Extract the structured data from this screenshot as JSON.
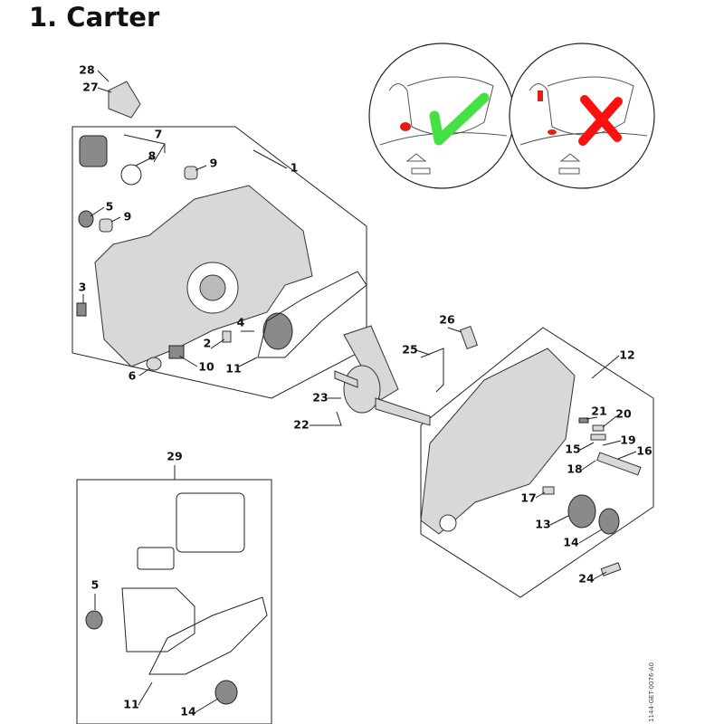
{
  "title": "1. Carter",
  "drawing_code": "1144-GET-0076-A0",
  "callouts": [
    {
      "n": "28"
    },
    {
      "n": "27"
    },
    {
      "n": "7"
    },
    {
      "n": "8"
    },
    {
      "n": "9"
    },
    {
      "n": "1"
    },
    {
      "n": "5"
    },
    {
      "n": "9"
    },
    {
      "n": "3"
    },
    {
      "n": "4"
    },
    {
      "n": "2"
    },
    {
      "n": "10"
    },
    {
      "n": "6"
    },
    {
      "n": "11"
    },
    {
      "n": "26"
    },
    {
      "n": "25"
    },
    {
      "n": "12"
    },
    {
      "n": "23"
    },
    {
      "n": "22"
    },
    {
      "n": "21"
    },
    {
      "n": "20"
    },
    {
      "n": "19"
    },
    {
      "n": "16"
    },
    {
      "n": "15"
    },
    {
      "n": "18"
    },
    {
      "n": "17"
    },
    {
      "n": "13"
    },
    {
      "n": "14"
    },
    {
      "n": "24"
    },
    {
      "n": "29"
    },
    {
      "n": "5"
    },
    {
      "n": "11"
    },
    {
      "n": "14"
    }
  ],
  "detail_views": [
    {
      "status": "correct",
      "icon": "checkmark-icon",
      "color": "#44e044"
    },
    {
      "status": "incorrect",
      "icon": "cross-icon",
      "color": "#ff1010"
    }
  ],
  "highlight_color": "#e02010"
}
